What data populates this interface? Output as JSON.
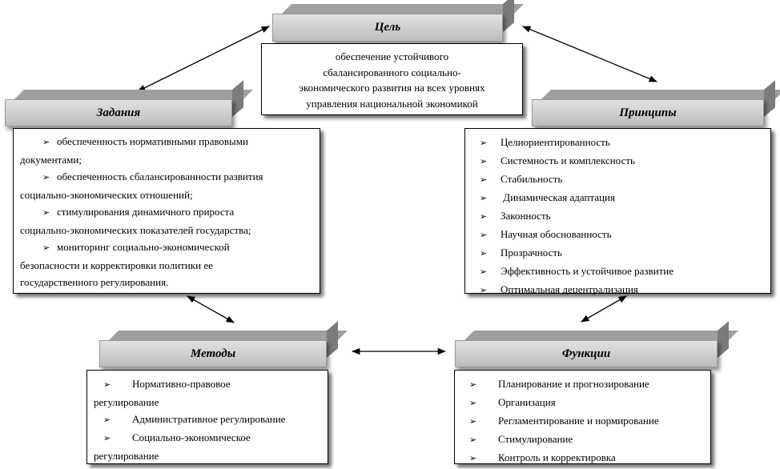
{
  "goal": {
    "title": "Цель",
    "lines": [
      "обеспечение устойчивого",
      "сбалансированного социально-",
      "экономического развития на всех уровнях",
      "управления национальной экономикой"
    ]
  },
  "tasks": {
    "title": "Задания",
    "items": [
      {
        "first": "обеспеченность нормативными правовыми",
        "rest": [
          "документами;"
        ]
      },
      {
        "first": "обеспеченность сбалансированности развития",
        "rest": [
          "социально-экономических отношений;"
        ]
      },
      {
        "first": "стимулирования динамичного прироста",
        "rest": [
          "социально-экономических показателей государства;"
        ]
      },
      {
        "first": "мониторинг социально-экономической",
        "rest": [
          "безопасности и корректировки политики ее",
          "государственного регулирования."
        ]
      }
    ]
  },
  "principles": {
    "title": "Принципы",
    "items": [
      "Целиориентированность",
      "Системность и комплексность",
      "Стабильность",
      " Динамическая адаптация",
      "Законность",
      "Научная  обоснованность",
      "Прозрачность",
      "Эффективность  и устойчивое развитие",
      "Оптимальная децентрализация"
    ]
  },
  "methods": {
    "title": "Методы",
    "items": [
      {
        "first": "Нормативно-правовое",
        "rest": [
          "регулирование"
        ]
      },
      {
        "first": "Административное регулирование",
        "rest": []
      },
      {
        "first": "Социально-экономическое",
        "rest": [
          "регулирование"
        ]
      }
    ]
  },
  "functions": {
    "title": "Функции",
    "items": [
      "Планирование и прогнозирование",
      "Организация",
      "Регламентирование и нормирование",
      "Стимулирование",
      "Контроль и корректировка"
    ]
  },
  "bullet_glyph": "➢"
}
